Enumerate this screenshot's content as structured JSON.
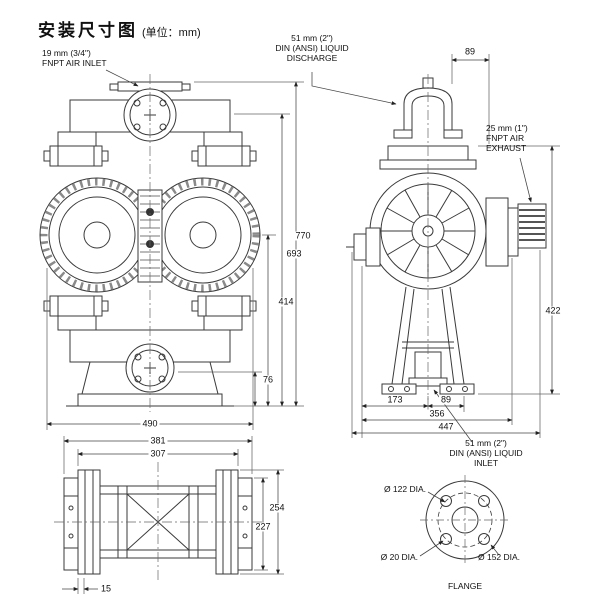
{
  "title": {
    "text": "安装尺寸图",
    "unit": "(单位：mm)"
  },
  "front_view": {
    "air_inlet": "19 mm (3/4\")\nFNPT AIR INLET",
    "dim_770": "770",
    "dim_693": "693",
    "dim_414": "414",
    "dim_76": "76",
    "dim_490": "490"
  },
  "side_view": {
    "discharge": "51 mm (2\")\nDIN (ANSI) LIQUID\nDISCHARGE",
    "dim_89_top": "89",
    "exhaust": "25 mm (1\")\nFNPT AIR\nEXHAUST",
    "dim_422": "422",
    "dim_173": "173",
    "dim_89_bottom": "89",
    "dim_356": "356",
    "dim_447": "447",
    "inlet": "51 mm (2\")\nDIN (ANSI) LIQUID\nINLET"
  },
  "bottom_view": {
    "dim_381": "381",
    "dim_307": "307",
    "dim_254": "254",
    "dim_227": "227",
    "dim_15": "15"
  },
  "flange_view": {
    "bolt_circle_dia": "Ø 122 DIA.",
    "bolt_hole_dia": "Ø 20 DIA.",
    "outer_dia": "Ø 152 DIA.",
    "caption": "FLANGE"
  }
}
